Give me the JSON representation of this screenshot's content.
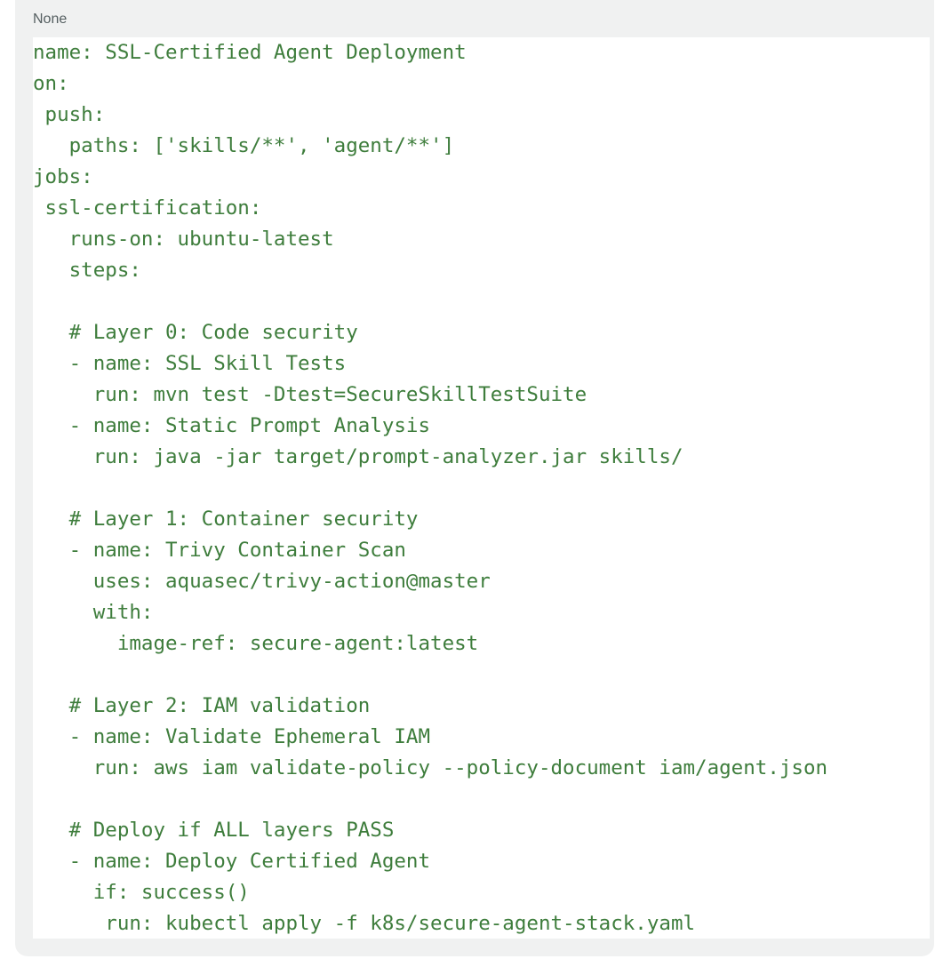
{
  "code_block": {
    "language_label": "None",
    "lines": [
      "name: SSL-Certified Agent Deployment",
      "on:",
      " push:",
      "   paths: ['skills/**', 'agent/**']",
      "jobs:",
      " ssl-certification:",
      "   runs-on: ubuntu-latest",
      "   steps:",
      "",
      "   # Layer 0: Code security",
      "   - name: SSL Skill Tests",
      "     run: mvn test -Dtest=SecureSkillTestSuite",
      "   - name: Static Prompt Analysis",
      "     run: java -jar target/prompt-analyzer.jar skills/",
      "",
      "   # Layer 1: Container security",
      "   - name: Trivy Container Scan",
      "     uses: aquasec/trivy-action@master",
      "     with:",
      "       image-ref: secure-agent:latest",
      "",
      "   # Layer 2: IAM validation",
      "   - name: Validate Ephemeral IAM",
      "     run: aws iam validate-policy --policy-document iam/agent.json",
      "",
      "   # Deploy if ALL layers PASS",
      "   - name: Deploy Certified Agent",
      "     if: success()",
      "      run: kubectl apply -f k8s/secure-agent-stack.yaml"
    ]
  },
  "colors": {
    "code_text": "#3e7d3c",
    "card_background": "#f0f1f1",
    "label_text": "#555f61"
  }
}
